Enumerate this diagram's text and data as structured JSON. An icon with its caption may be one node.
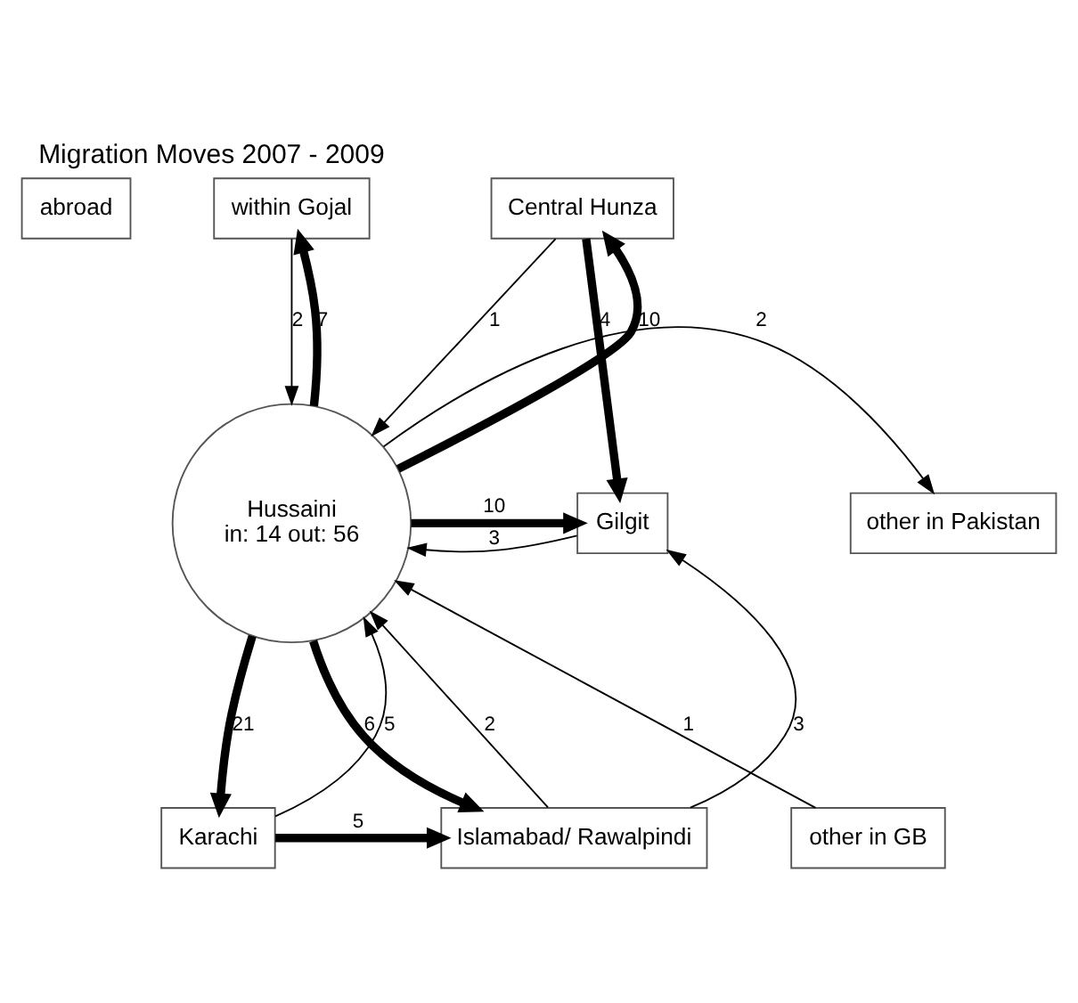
{
  "diagram": {
    "title": "Migration Moves 2007 - 2009",
    "nodes": [
      {
        "text": [
          "within Gojal"
        ]
      },
      {
        "text": [
          "abroad"
        ]
      },
      {
        "text": [
          "Central Hunza"
        ]
      },
      {
        "text": [
          "other in Pakistan"
        ]
      },
      {
        "text": [
          "Hussaini",
          "in: 14 out: 56"
        ]
      },
      {
        "text": [
          "Gilgit"
        ]
      },
      {
        "text": [
          "Karachi"
        ]
      },
      {
        "text": [
          "other in GB"
        ]
      },
      {
        "text": [
          "Islamabad/ Rawalpindi"
        ]
      }
    ],
    "edges": [
      {
        "from": 4,
        "to": 0,
        "arrow": "to",
        "label": "7",
        "style": "thick"
      },
      {
        "from": 0,
        "to": 4,
        "arrow": "to",
        "label": "2"
      },
      {
        "from": 4,
        "to": 2,
        "arrow": "to",
        "label": "10",
        "style": "thick"
      },
      {
        "from": 2,
        "to": 4,
        "arrow": "to",
        "label": "1"
      },
      {
        "from": 2,
        "to": 5,
        "arrow": "to",
        "label": "4",
        "style": "thick"
      },
      {
        "from": 4,
        "to": 5,
        "arrow": "to",
        "label": "10",
        "style": "thick"
      },
      {
        "from": 5,
        "to": 4,
        "arrow": "to",
        "label": "3"
      },
      {
        "from": 4,
        "to": 3,
        "arrow": "to",
        "label": "2"
      },
      {
        "from": 7,
        "to": 4,
        "arrow": "to",
        "label": "1"
      },
      {
        "from": 6,
        "to": 4,
        "arrow": "to",
        "label": "5"
      },
      {
        "from": 4,
        "to": 6,
        "arrow": "to",
        "label": "21",
        "style": "thick"
      },
      {
        "from": 8,
        "to": 4,
        "arrow": "to",
        "label": "2"
      },
      {
        "from": 4,
        "to": 8,
        "arrow": "to",
        "label": "6",
        "style": "thick"
      },
      {
        "from": 6,
        "to": 8,
        "arrow": "to",
        "label": "5",
        "style": "thick"
      },
      {
        "from": 8,
        "to": 5,
        "arrow": "to",
        "label": "3"
      }
    ]
  }
}
